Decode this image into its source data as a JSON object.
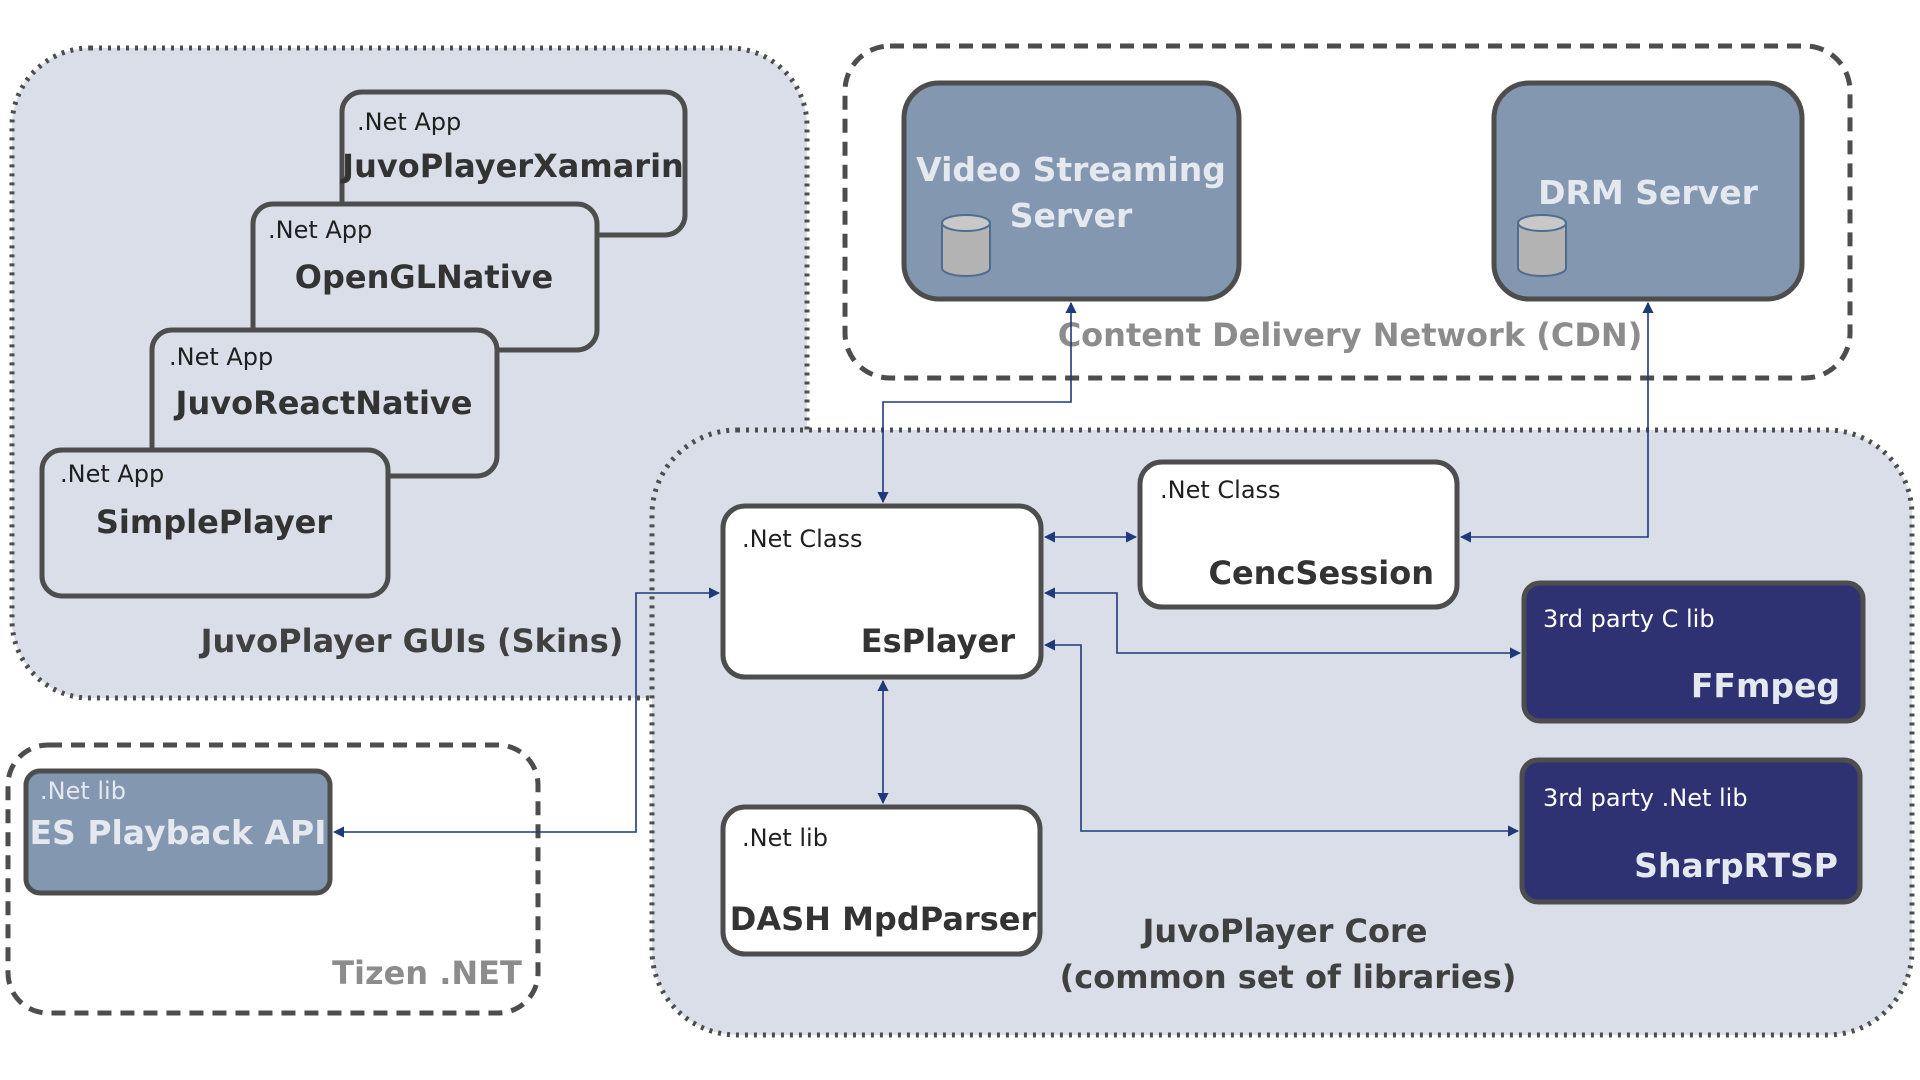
{
  "groups": {
    "guis_label": "JuvoPlayer GUIs (Skins)",
    "cdn_label": "Content Delivery Network (CDN)",
    "core_label_line1": "JuvoPlayer Core",
    "core_label_line2": "(common set of libraries)",
    "tizen_label": "Tizen .NET"
  },
  "apps": [
    {
      "kind": ".Net App",
      "name": "JuvoPlayerXamarin"
    },
    {
      "kind": ".Net App",
      "name": "OpenGLNative"
    },
    {
      "kind": ".Net App",
      "name": "JuvoReactNative"
    },
    {
      "kind": ".Net App",
      "name": "SimplePlayer"
    }
  ],
  "servers": {
    "video_line1": "Video Streaming",
    "video_line2": "Server",
    "drm": "DRM Server"
  },
  "core": {
    "esplayer_kind": ".Net Class",
    "esplayer_name": "EsPlayer",
    "cenc_kind": ".Net Class",
    "cenc_name": "CencSession",
    "dash_kind": ".Net lib",
    "dash_name": "DASH MpdParser"
  },
  "third_party": {
    "ffmpeg_kind": "3rd party C lib",
    "ffmpeg_name": "FFmpeg",
    "sharp_kind": "3rd party .Net lib",
    "sharp_name": "SharpRTSP"
  },
  "tizen": {
    "api_kind": ".Net lib",
    "api_name": "ES Playback API"
  },
  "colors": {
    "group_fill": "#d9dee8",
    "server_fill": "#8497b0",
    "third_party_fill": "#2e3172",
    "border": "#4d4d4d",
    "connector": "#1f3a7a"
  }
}
